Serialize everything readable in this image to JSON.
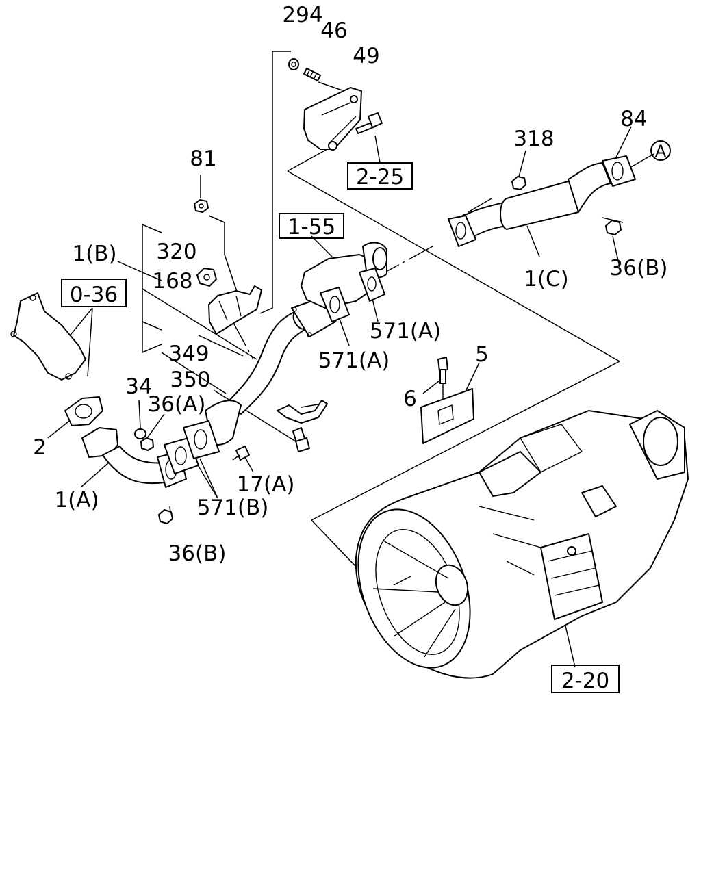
{
  "callouts": {
    "c294": "294",
    "c46": "46",
    "c49": "49",
    "c81": "81",
    "c318": "318",
    "c84": "84",
    "c320": "320",
    "c1b": "1(B)",
    "c168": "168",
    "c349": "349",
    "c350": "350",
    "c34": "34",
    "c36a": "36(A)",
    "c2": "2",
    "c1a": "1(A)",
    "c36b_bottom": "36(B)",
    "c17a": "17(A)",
    "c571b": "571(B)",
    "c571a_upper": "571(A)",
    "c571a_lower": "571(A)",
    "c1c": "1(C)",
    "c36b_right": "36(B)",
    "c6": "6",
    "c5": "5",
    "circleA": "A"
  },
  "refs": {
    "r0_36": "0-36",
    "r1_55": "1-55",
    "r2_25": "2-25",
    "r2_20": "2-20"
  }
}
